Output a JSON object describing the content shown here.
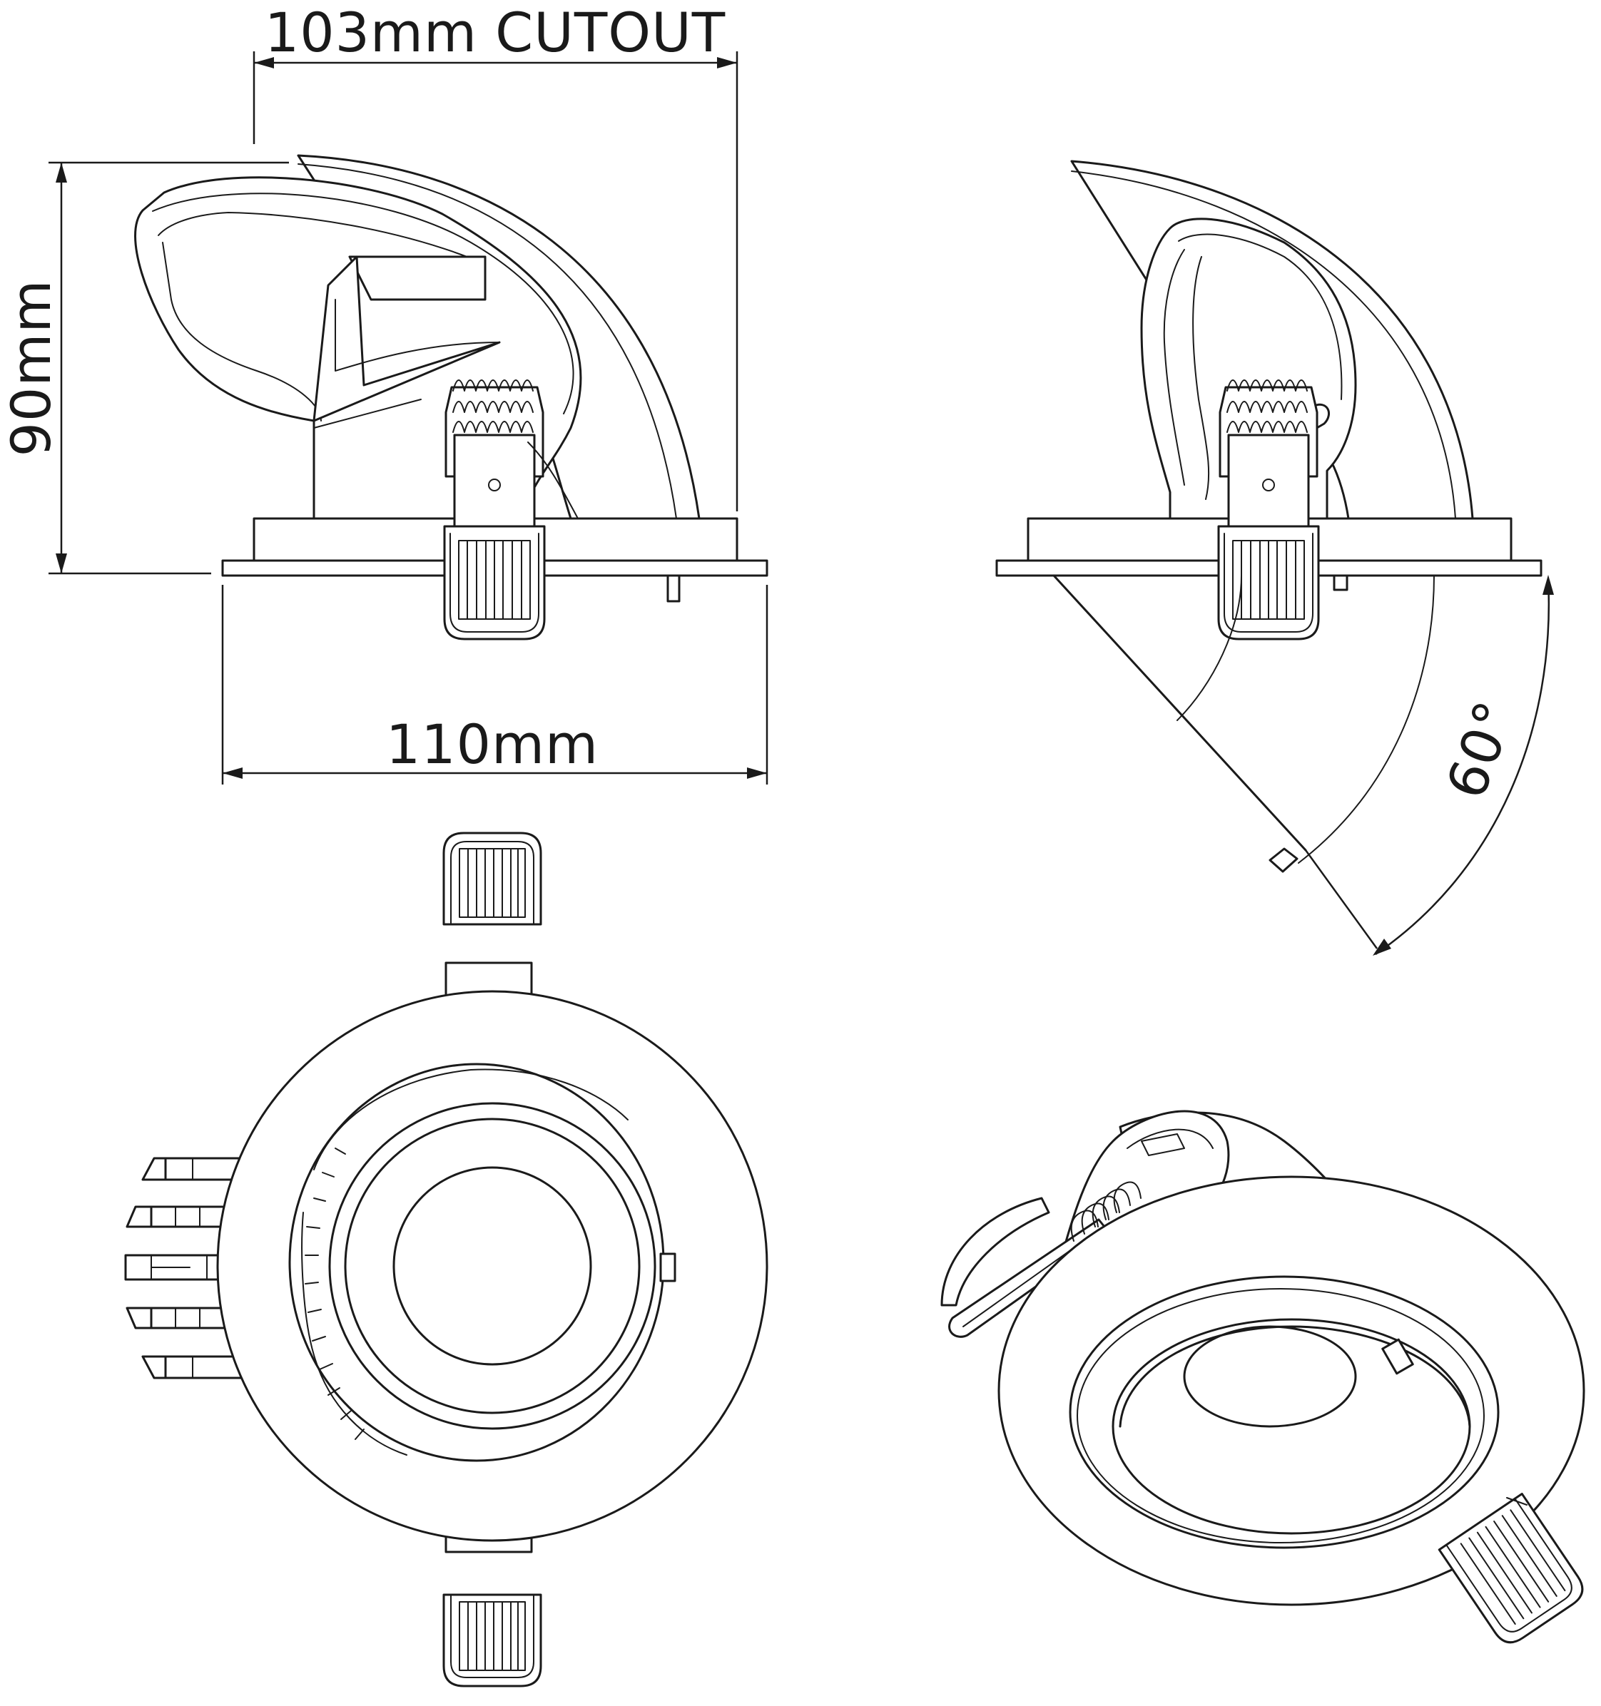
{
  "dimensions": {
    "cutout": "103mm CUTOUT",
    "height": "90mm",
    "width": "110mm",
    "tilt": "60°"
  },
  "colors": {
    "line": "#1a1a1a",
    "background": "#ffffff"
  }
}
